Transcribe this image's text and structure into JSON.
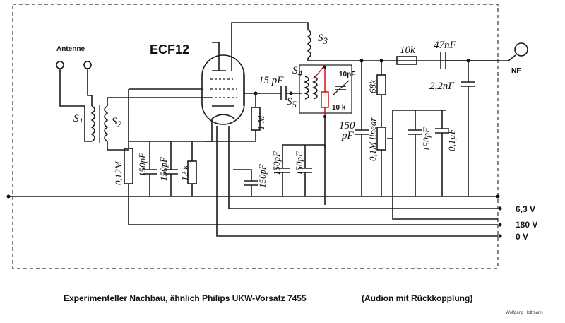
{
  "labels": {
    "tube": "ECF12",
    "antenna": "Antenne",
    "nf": "NF",
    "s1": "S",
    "s1_sub": "1",
    "s2": "S",
    "s2_sub": "2",
    "s3": "S",
    "s3_sub": "3",
    "s4": "S",
    "s4_sub": "4",
    "s5": "S",
    "s5_sub": "5",
    "c_15pf": "15 pF",
    "c_10pf": "10pF",
    "r_10k_fb": "10 k",
    "r_1m": "1 M",
    "r_012m": "0,12M",
    "c_150pf_a": "150pF",
    "c_150pf_b": "150pF",
    "r_12k": "12 k",
    "c_150pf_c": "150pF",
    "c_150pf_d": "150pF",
    "c_150pf_e": "150pF",
    "c_150pf_f": "150",
    "c_150pf_f2": "pF",
    "r_68k": "68k",
    "pot_01m": "0,1M linear",
    "c_150pf_g": "150pF",
    "c_01uf": "0,1µF",
    "r_10k_out": "10k",
    "c_47nf": "47nF",
    "c_22nf": "2,2nF"
  },
  "rails": {
    "v63": "6,3 V",
    "v180": "180 V",
    "v0": "0 V"
  },
  "caption": {
    "main": "Experimenteller Nachbau,  ähnlich Philips UKW-Vorsatz 7455",
    "note": "(Audion mit Rückkopplung)",
    "author": "Wolfgang Holtmann"
  },
  "colors": {
    "wire": "#1a1a1a",
    "feedback": "#d40000"
  }
}
